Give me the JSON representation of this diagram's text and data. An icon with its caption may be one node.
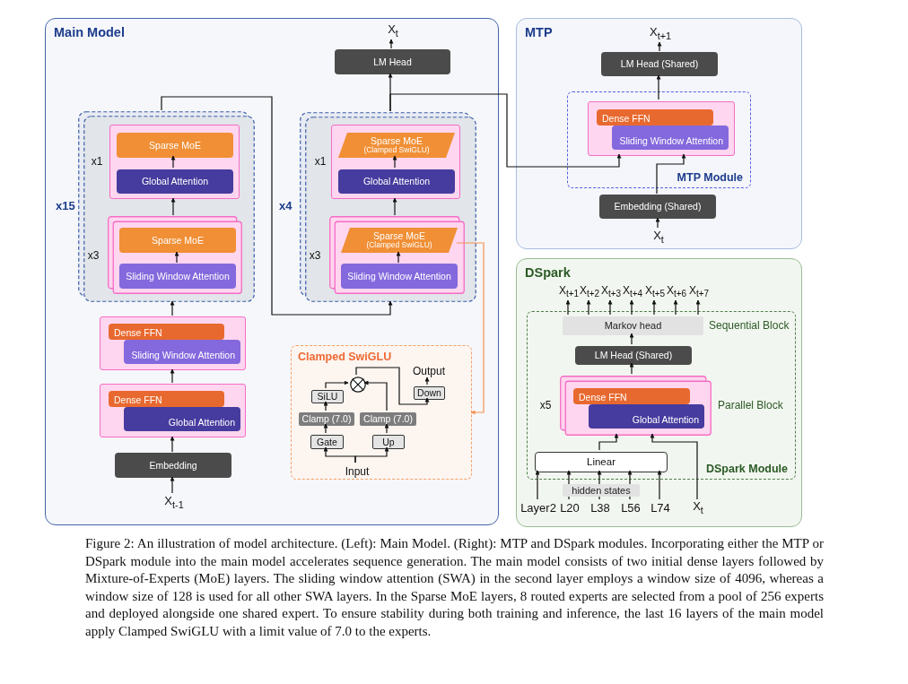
{
  "diagram": {
    "caption": "Figure 2: An illustration of model architecture. (Left): Main Model. (Right): MTP and DSpark modules. Incorporating either the MTP or DSpark module into the main model accelerates sequence generation. The main model consists of two initial dense layers followed by Mixture-of-Experts (MoE) layers. The sliding window attention (SWA) in the second layer employs a window size of 4096, whereas a window size of 128 is used for all other SWA layers. In the Sparse MoE layers, 8 routed experts are selected from a pool of 256 experts and deployed alongside one shared expert. To ensure stability during both training and inference, the last 16 layers of the main model apply Clamped SwiGLU with a limit value of 7.0 to the experts.",
    "nodes": [
      {
        "text": [
          "Main Model"
        ]
      },
      {
        "text": [
          "MTP"
        ]
      },
      {
        "text": [
          "DSpark"
        ]
      },
      {
        "text": [
          "x15"
        ],
        "in": 0
      },
      {
        "text": [],
        "shape": "box",
        "in": 3,
        "beside": [
          "x1"
        ]
      },
      {
        "text": [
          "Sparse MoE"
        ],
        "in": 4
      },
      {
        "text": [
          "Global Attention"
        ],
        "in": 4
      },
      {
        "text": [],
        "shape": "box",
        "in": 3,
        "beside": [
          "x3"
        ]
      },
      {
        "text": [
          "Sparse MoE"
        ],
        "in": 7
      },
      {
        "text": [
          "Sliding Window Attention"
        ],
        "in": 7
      },
      {
        "text": [
          "x4"
        ],
        "in": 0
      },
      {
        "text": [],
        "shape": "box",
        "in": 10,
        "beside": [
          "x1"
        ]
      },
      {
        "text": [
          "Sparse MoE",
          "(Clamped SwiGLU)"
        ],
        "in": 11
      },
      {
        "text": [
          "Global Attention"
        ],
        "in": 11
      },
      {
        "text": [],
        "shape": "box",
        "in": 10,
        "beside": [
          "x3"
        ]
      },
      {
        "text": [
          "Sparse MoE",
          "(Clamped SwiGLU)"
        ],
        "in": 14
      },
      {
        "text": [
          "Sliding Window Attention"
        ],
        "in": 14
      },
      {
        "text": [],
        "shape": "box",
        "in": 0
      },
      {
        "text": [
          "Dense FFN"
        ],
        "in": 17
      },
      {
        "text": [
          "Sliding Window Attention"
        ],
        "in": 17
      },
      {
        "text": [],
        "shape": "box",
        "in": 0
      },
      {
        "text": [
          "Dense FFN"
        ],
        "in": 20
      },
      {
        "text": [
          "Global Attention"
        ],
        "in": 20
      },
      {
        "text": [
          "Embedding"
        ],
        "in": 0
      },
      {
        "text": [
          "X$_{t-1}$"
        ],
        "in": 0
      },
      {
        "text": [
          "LM Head"
        ],
        "in": 0
      },
      {
        "text": [
          "X$_{t}$"
        ],
        "in": 0
      },
      {
        "text": [
          "Clamped SwiGLU"
        ],
        "in": 0
      },
      {
        "text": [
          "SiLU"
        ],
        "in": 27
      },
      {
        "text": [
          "Clamp (7.0)"
        ],
        "in": 27
      },
      {
        "text": [
          "Gate"
        ],
        "in": 27
      },
      {
        "text": [
          "Clamp (7.0)"
        ],
        "in": 27
      },
      {
        "text": [
          "Up"
        ],
        "in": 27
      },
      {
        "text": [
          "Down"
        ],
        "in": 27
      },
      {
        "text": [
          "Output"
        ],
        "in": 27
      },
      {
        "text": [
          "Input"
        ],
        "in": 27
      },
      {
        "text": [],
        "shape": "circle",
        "in": 27
      },
      {
        "text": [
          "LM Head (Shared)"
        ],
        "in": 1
      },
      {
        "text": [
          "X$_{t+1}$"
        ],
        "in": 1
      },
      {
        "text": [
          "MTP Module"
        ],
        "in": 1
      },
      {
        "text": [],
        "shape": "box",
        "in": 39
      },
      {
        "text": [
          "Dense FFN"
        ],
        "in": 40
      },
      {
        "text": [
          "Sliding Window Attention"
        ],
        "in": 40
      },
      {
        "text": [
          "Embedding (Shared)"
        ],
        "in": 1
      },
      {
        "text": [
          "X$_{t}$"
        ],
        "in": 1
      },
      {
        "text": [
          "X$_{t+1}$"
        ],
        "in": 2
      },
      {
        "text": [
          "X$_{t+2}$"
        ],
        "in": 2
      },
      {
        "text": [
          "X$_{t+3}$"
        ],
        "in": 2
      },
      {
        "text": [
          "X$_{t+4}$"
        ],
        "in": 2
      },
      {
        "text": [
          "X$_{t+5}$"
        ],
        "in": 2
      },
      {
        "text": [
          "X$_{t+6}$"
        ],
        "in": 2
      },
      {
        "text": [
          "X$_{t+7}$"
        ],
        "in": 2
      },
      {
        "text": [
          "DSpark Module"
        ],
        "in": 2
      },
      {
        "text": [
          "Markov head"
        ],
        "in": 52,
        "beside": [
          "Sequential Block"
        ]
      },
      {
        "text": [
          "LM Head (Shared)"
        ],
        "in": 52
      },
      {
        "text": [],
        "shape": "box",
        "in": 52,
        "beside": [
          "x5",
          "Parallel Block"
        ]
      },
      {
        "text": [
          "Dense FFN"
        ],
        "in": 55
      },
      {
        "text": [
          "Global Attention"
        ],
        "in": 55
      },
      {
        "text": [
          "Linear"
        ],
        "in": 52
      },
      {
        "text": [
          "Layer2"
        ],
        "in": 2
      },
      {
        "text": [
          "L20"
        ],
        "in": 2
      },
      {
        "text": [
          "L38"
        ],
        "in": 2
      },
      {
        "text": [
          "L56"
        ],
        "in": 2
      },
      {
        "text": [
          "L74"
        ],
        "in": 2
      },
      {
        "text": [
          "X$_{t}$"
        ],
        "in": 2
      }
    ],
    "edges": [
      {
        "from": 24,
        "to": 23,
        "arrow": "to"
      },
      {
        "from": 23,
        "to": 20,
        "arrow": "to"
      },
      {
        "from": 20,
        "to": 17,
        "arrow": "to"
      },
      {
        "from": 17,
        "to": 3,
        "arrow": "to"
      },
      {
        "from": 6,
        "to": 5,
        "arrow": "to"
      },
      {
        "from": 7,
        "to": 4,
        "arrow": "to"
      },
      {
        "from": 9,
        "to": 8,
        "arrow": "to"
      },
      {
        "from": 3,
        "to": 10,
        "arrow": "to"
      },
      {
        "from": 13,
        "to": 12,
        "arrow": "to"
      },
      {
        "from": 14,
        "to": 11,
        "arrow": "to"
      },
      {
        "from": 16,
        "to": 15,
        "arrow": "to"
      },
      {
        "from": 10,
        "to": 25,
        "arrow": "to"
      },
      {
        "from": 25,
        "to": 26,
        "arrow": "to"
      },
      {
        "from": 10,
        "to": 40,
        "arrow": "to"
      },
      {
        "from": 15,
        "to": 27,
        "arrow": "to",
        "color": "#f5914f"
      },
      {
        "from": 35,
        "to": 30,
        "arrow": "to"
      },
      {
        "from": 35,
        "to": 32,
        "arrow": "to"
      },
      {
        "from": 30,
        "to": 29,
        "arrow": "to"
      },
      {
        "from": 29,
        "to": 28,
        "arrow": "to"
      },
      {
        "from": 32,
        "to": 31,
        "arrow": "to"
      },
      {
        "from": 28,
        "to": 36,
        "arrow": "to"
      },
      {
        "from": 31,
        "to": 36,
        "arrow": "to"
      },
      {
        "from": 36,
        "to": 33,
        "arrow": "to"
      },
      {
        "from": 33,
        "to": 34,
        "arrow": "to"
      },
      {
        "from": 44,
        "to": 43,
        "arrow": "to"
      },
      {
        "from": 43,
        "to": 40,
        "arrow": "to"
      },
      {
        "from": 40,
        "to": 37,
        "arrow": "to"
      },
      {
        "from": 37,
        "to": 38,
        "arrow": "to"
      },
      {
        "from": 53,
        "to": 45,
        "arrow": "to"
      },
      {
        "from": 53,
        "to": 46,
        "arrow": "to"
      },
      {
        "from": 53,
        "to": 47,
        "arrow": "to"
      },
      {
        "from": 53,
        "to": 48,
        "arrow": "to"
      },
      {
        "from": 53,
        "to": 49,
        "arrow": "to"
      },
      {
        "from": 53,
        "to": 50,
        "arrow": "to"
      },
      {
        "from": 53,
        "to": 51,
        "arrow": "to"
      },
      {
        "from": 54,
        "to": 53,
        "arrow": "to"
      },
      {
        "from": 55,
        "to": 54,
        "arrow": "to"
      },
      {
        "from": 58,
        "to": 55,
        "arrow": "to"
      },
      {
        "from": 64,
        "to": 55,
        "arrow": "to"
      },
      {
        "from": 59,
        "to": 58,
        "arrow": "to"
      },
      {
        "from": 60,
        "to": 58,
        "arrow": "to"
      },
      {
        "from": 61,
        "to": 58,
        "arrow": "to"
      },
      {
        "from": 62,
        "to": 58,
        "arrow": "to"
      },
      {
        "from": 63,
        "to": 58,
        "arrow": "to"
      }
    ],
    "labels": [
      "hidden states"
    ]
  }
}
